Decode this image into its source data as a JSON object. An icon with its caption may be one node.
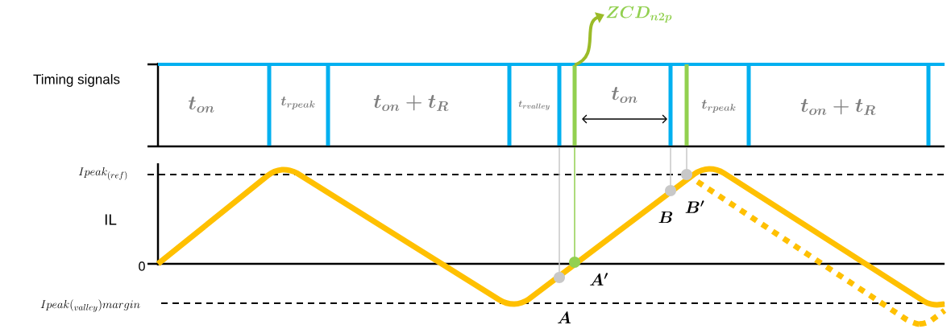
{
  "diagram": {
    "nodes": [
      {
        "text": [
          "ZCD_{n2p}"
        ]
      },
      {
        "text": [],
        "shape": "bar"
      }
    ],
    "edges": [
      {
        "from": 1,
        "to": 0,
        "arrow": "to",
        "color": "#9bbb28"
      }
    ],
    "labels": [
      "Timing signals",
      "t_{on}",
      "t_{rpeak}",
      "t_{on} + t_R",
      "t_{rvalley}",
      "t_{on}",
      "t_{rpeak}",
      "t_{on} + t_R",
      "Ipeak_{(ref)}",
      "IL",
      "B'",
      "B",
      "0",
      "A'",
      "Ipeak(_{valley})margin",
      "A"
    ]
  }
}
